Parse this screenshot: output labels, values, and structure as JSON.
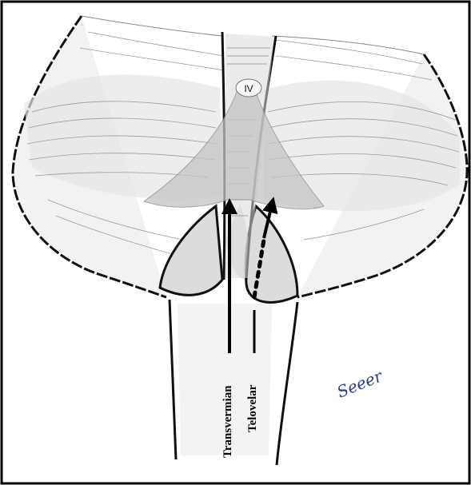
{
  "labels": {
    "ventricle": "IV",
    "approach_1": "Transvermian",
    "approach_2": "Telovelar",
    "signature": "Seeer"
  },
  "colors": {
    "outline": "#111111",
    "shading": "#cfcfcf",
    "arrow": "#000000",
    "signature_ink": "#2a3a8a"
  },
  "icons": {
    "arrow_1": "arrow-up-icon",
    "arrow_2": "arrow-up-icon"
  }
}
